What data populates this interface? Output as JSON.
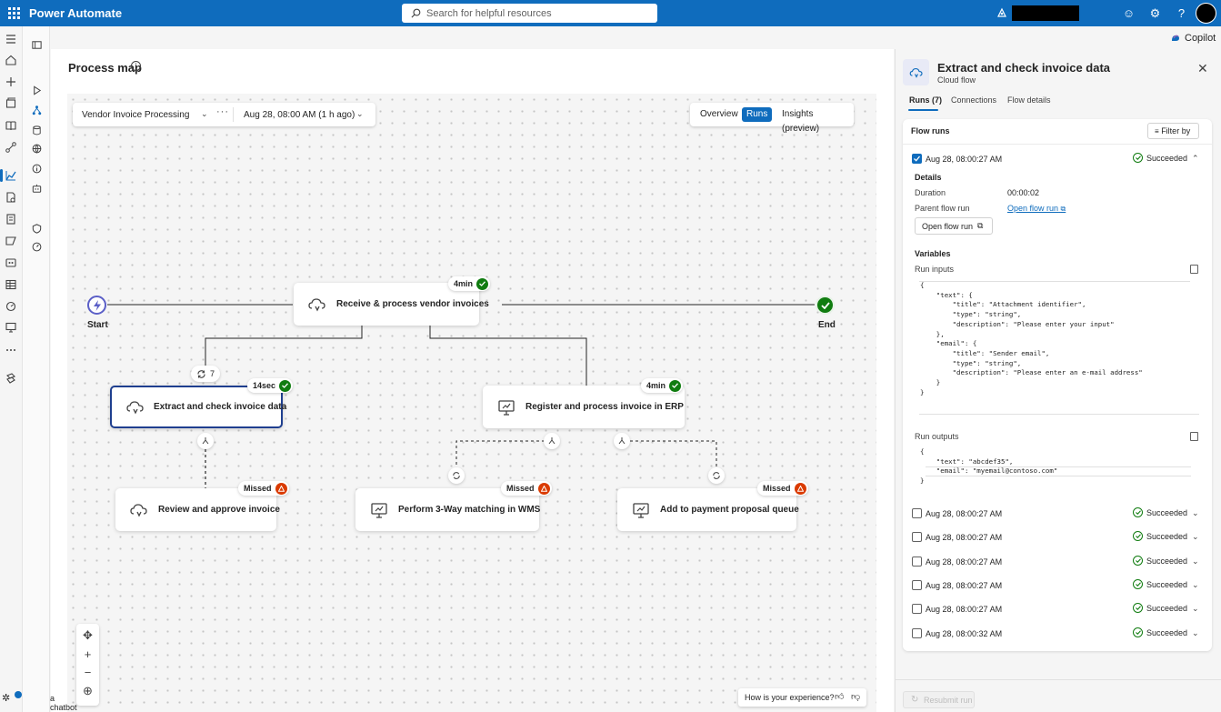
{
  "app": {
    "title": "Power Automate"
  },
  "search": {
    "placeholder": "Search for helpful resources"
  },
  "header": {
    "copilot_label": "Copilot"
  },
  "page": {
    "title": "Process map"
  },
  "filters": {
    "process": "Vendor Invoice Processing",
    "date": "Aug 28, 08:00 AM (1 h ago)"
  },
  "view_tabs": [
    {
      "label": "Overview",
      "active": false
    },
    {
      "label": "Runs",
      "active": true
    },
    {
      "label": "Insights (preview)",
      "active": false
    }
  ],
  "map": {
    "start_label": "Start",
    "end_label": "End",
    "loop_count": "7",
    "nodes": [
      {
        "label": "Receive & process vendor invoices",
        "badge": "4min",
        "status": "success",
        "icon": "cloud-flow-icon"
      },
      {
        "label": "Extract and check invoice data",
        "badge": "14sec",
        "status": "success",
        "icon": "cloud-flow-icon",
        "selected": true
      },
      {
        "label": "Register and process invoice in ERP",
        "badge": "4min",
        "status": "success",
        "icon": "desktop-flow-icon"
      },
      {
        "label": "Review and approve invoice",
        "badge": "Missed",
        "status": "warning",
        "icon": "cloud-flow-icon"
      },
      {
        "label": "Perform 3-Way matching in WMS",
        "badge": "Missed",
        "status": "warning",
        "icon": "desktop-flow-icon"
      },
      {
        "label": "Add to payment proposal queue",
        "badge": "Missed",
        "status": "warning",
        "icon": "desktop-flow-icon"
      }
    ]
  },
  "feedback": {
    "label": "How is your experience?"
  },
  "chatbot": {
    "label": "a chatbot"
  },
  "panel": {
    "title": "Extract and check invoice data",
    "subtitle": "Cloud flow",
    "tabs": [
      {
        "label": "Runs (7)",
        "active": true
      },
      {
        "label": "Connections",
        "active": false
      },
      {
        "label": "Flow details",
        "active": false
      }
    ],
    "flow_runs_label": "Flow runs",
    "filter_label": "Filter by",
    "expanded_run": {
      "date": "Aug 28, 08:00:27 AM",
      "status": "Succeeded",
      "details_label": "Details",
      "duration_label": "Duration",
      "duration_value": "00:00:02",
      "parent_label": "Parent flow run",
      "parent_link": "Open flow run",
      "open_button": "Open flow run",
      "variables_label": "Variables",
      "inputs_label": "Run inputs",
      "outputs_label": "Run outputs",
      "inputs_code": [
        "{",
        "    \"text\": {",
        "        \"title\": \"Attachment identifier\",",
        "        \"type\": \"string\",",
        "        \"description\": \"Please enter your input\"",
        "    },",
        "    \"email\": {",
        "        \"title\": \"Sender email\",",
        "        \"type\": \"string\",",
        "        \"description\": \"Please enter an e-mail address\"",
        "    }",
        "}"
      ],
      "outputs_code": [
        "{",
        "    \"text\": \"abcdef35\",",
        "    \"email\": \"myemail@contoso.com\"",
        "}"
      ]
    },
    "runs": [
      {
        "date": "Aug 28, 08:00:27 AM",
        "status": "Succeeded"
      },
      {
        "date": "Aug 28, 08:00:27 AM",
        "status": "Succeeded"
      },
      {
        "date": "Aug 28, 08:00:27 AM",
        "status": "Succeeded"
      },
      {
        "date": "Aug 28, 08:00:27 AM",
        "status": "Succeeded"
      },
      {
        "date": "Aug 28, 08:00:27 AM",
        "status": "Succeeded"
      },
      {
        "date": "Aug 28, 08:00:32 AM",
        "status": "Succeeded"
      }
    ],
    "resubmit_label": "Resubmit run"
  },
  "colors": {
    "brand": "#0f6cbd",
    "success": "#107c10",
    "warning": "#da3b01",
    "selected_border": "#1f3f8f"
  }
}
